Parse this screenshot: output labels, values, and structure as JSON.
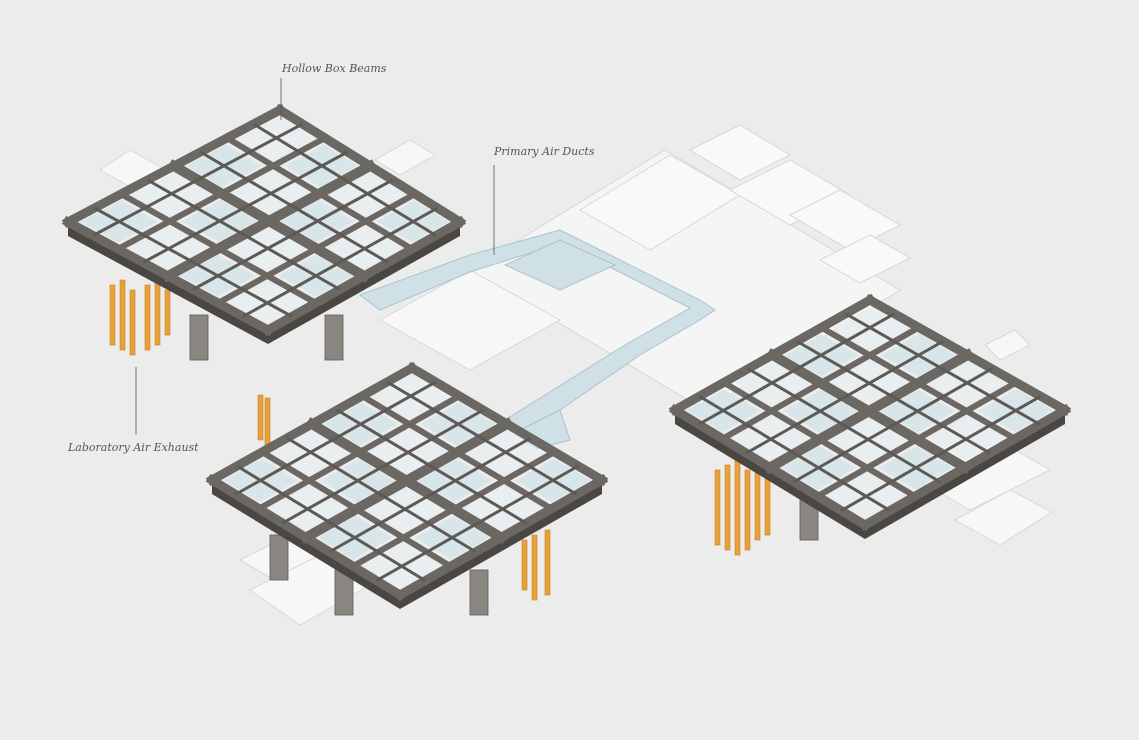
{
  "annotations": {
    "beams": "Hollow Box Beams",
    "ducts": "Primary Air Ducts",
    "exhaust": "Laboratory Air Exhaust"
  },
  "colors": {
    "background": "#ececec",
    "beam_top": "#6b6762",
    "beam_side": "#4a4743",
    "duct": "#cfe0e6",
    "exhaust": "#e8a23c",
    "wall": "#f7f7f7",
    "wall_edge": "#d2d2d2"
  }
}
